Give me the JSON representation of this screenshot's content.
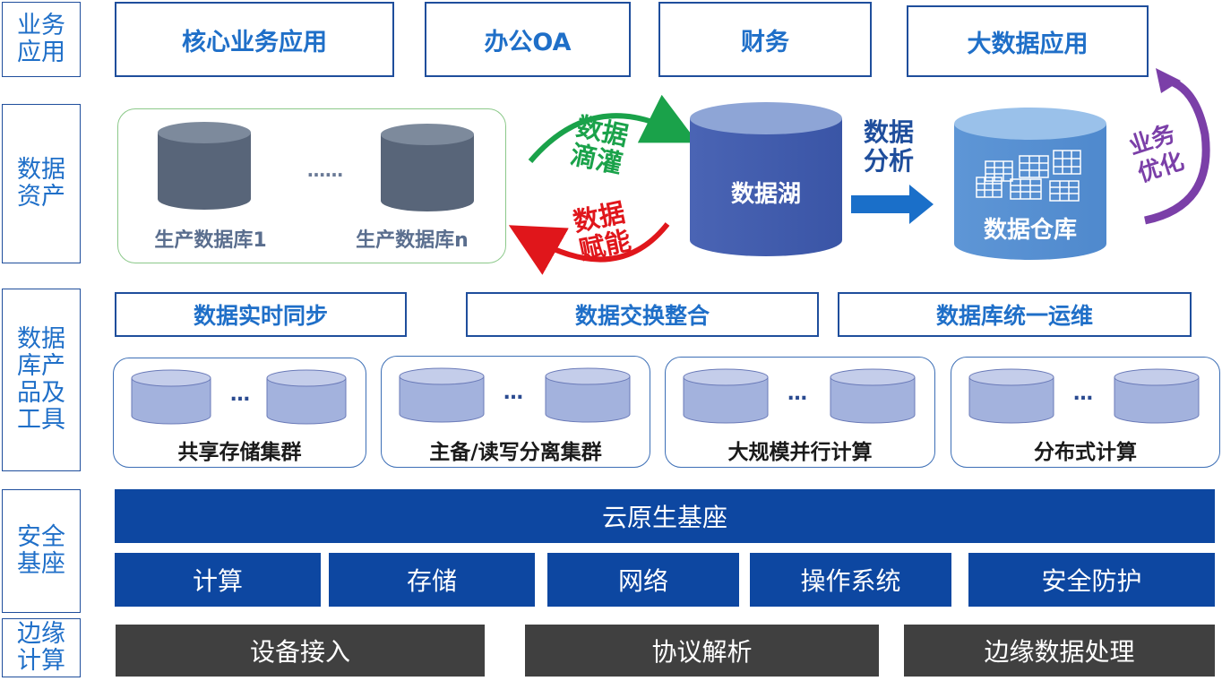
{
  "layers": {
    "business_app": "业务\n应用",
    "data_assets": "数据\n资产",
    "db_products": "数据\n库产\n品及\n工具",
    "security_base": "安全\n基座",
    "edge_compute": "边缘\n计算"
  },
  "apps": [
    "核心业务应用",
    "办公OA",
    "财务",
    "大数据应用"
  ],
  "data_assets": {
    "db1": "生产数据库1",
    "dots": "……",
    "dbn": "生产数据库n",
    "irrigation": "数据\n滴灌",
    "empower": "数据\n赋能",
    "lake": "数据湖",
    "analysis": "数据\n分析",
    "warehouse": "数据仓库",
    "optimize": "业务\n优化"
  },
  "tools": [
    "数据实时同步",
    "数据交换整合",
    "数据库统一运维"
  ],
  "clusters": [
    {
      "label": "共享存储集群",
      "dots": "…"
    },
    {
      "label": "主备/读写分离集群",
      "dots": "…"
    },
    {
      "label": "大规模并行计算",
      "dots": "…"
    },
    {
      "label": "分布式计算",
      "dots": "…"
    }
  ],
  "security": {
    "cloud_native": "云原生基座",
    "items": [
      "计算",
      "存储",
      "网络",
      "操作系统",
      "安全防护"
    ]
  },
  "edge": [
    "设备接入",
    "协议解析",
    "边缘数据处理"
  ],
  "colors": {
    "dark_blue": "#0d47a1",
    "label_blue": "#1f6fc8",
    "green": "#1aa24a",
    "red": "#e0161b",
    "purple": "#7b3fa8",
    "edge_gray": "#404040"
  }
}
